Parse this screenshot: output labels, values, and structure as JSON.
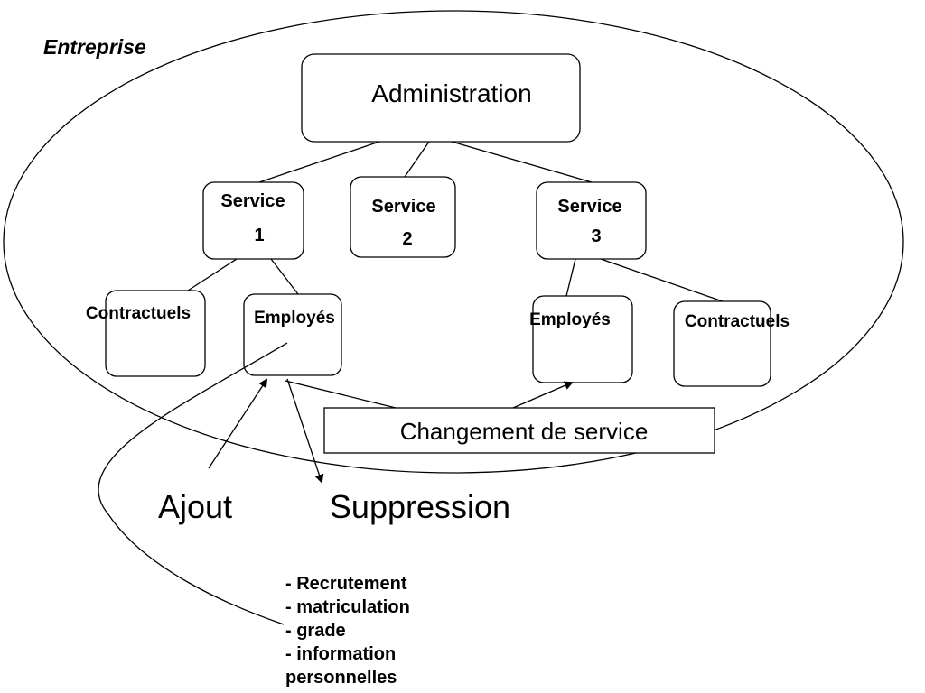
{
  "enterprise_label": "Entreprise",
  "nodes": {
    "administration": "Administration",
    "service1": {
      "line1": "Service",
      "line2": "1"
    },
    "service2": {
      "line1": "Service",
      "line2": "2"
    },
    "service3": {
      "line1": "Service",
      "line2": "3"
    },
    "contractuels_left": "Contractuels",
    "employes_left": "Employés",
    "employes_right": "Employés",
    "contractuels_right": "Contractuels",
    "changement": "Changement de service"
  },
  "actions": {
    "ajout": "Ajout",
    "suppression": "Suppression"
  },
  "details": [
    "- Recrutement",
    "- matriculation",
    "- grade",
    "- information",
    "personnelles"
  ],
  "colors": {
    "stroke": "#000000",
    "background": "#ffffff"
  }
}
